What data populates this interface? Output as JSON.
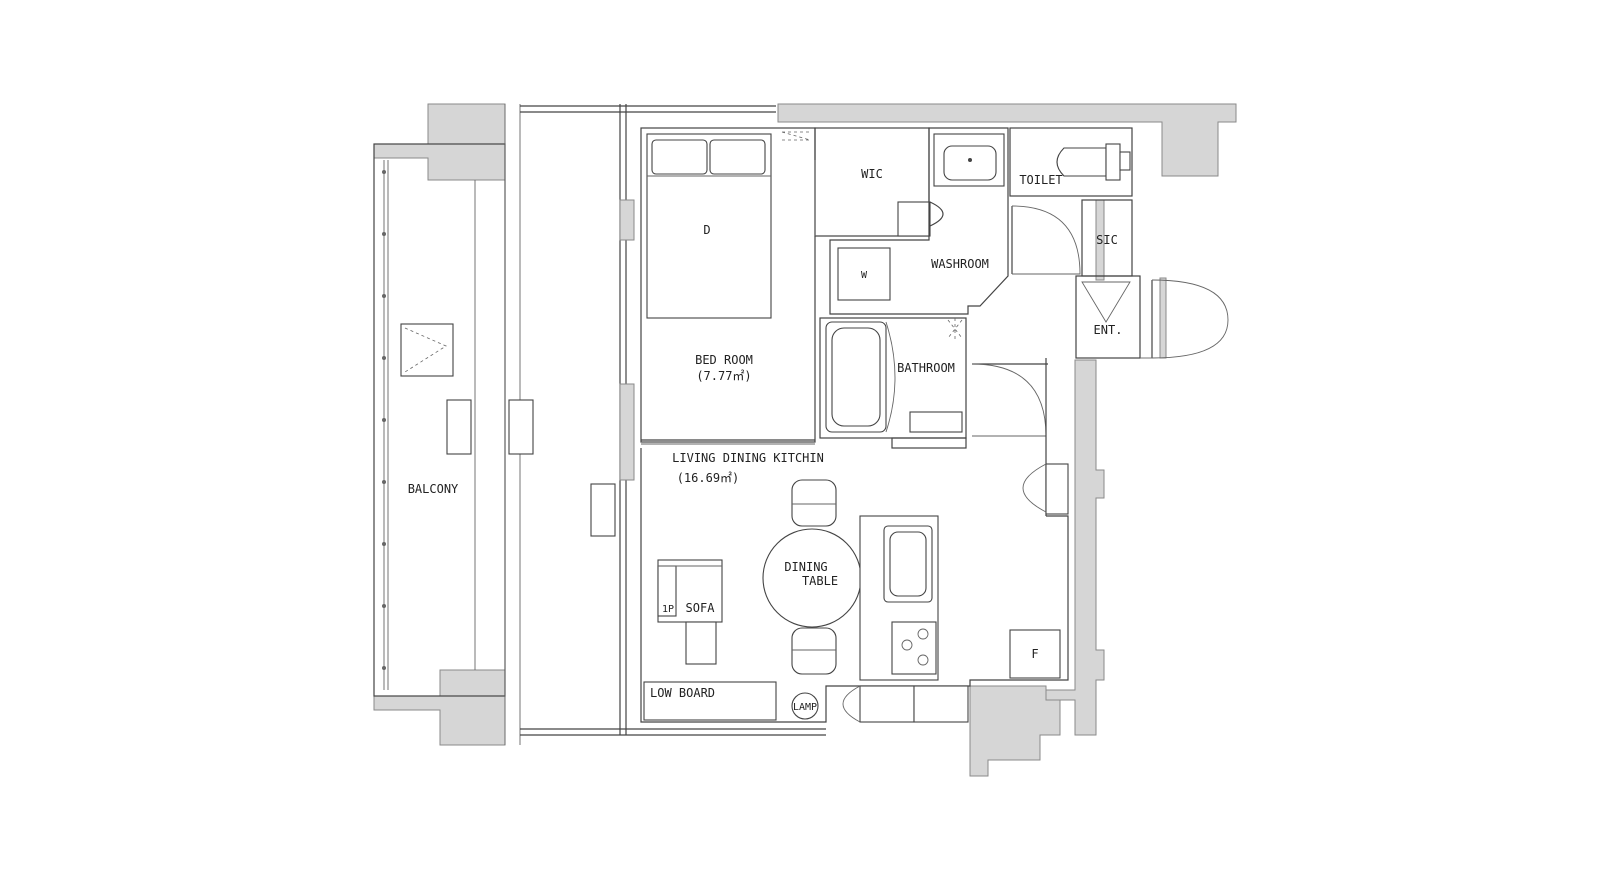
{
  "plan": {
    "rooms": {
      "balcony": "BALCONY",
      "bedroom": "BED ROOM",
      "bedroom_area": "(7.77㎡)",
      "bed": "D",
      "wic": "WIC",
      "washroom": "WASHROOM",
      "washer": "W",
      "bathroom": "BATHROOM",
      "toilet": "TOILET",
      "sic": "SIC",
      "entrance": "ENT.",
      "ldk": "LIVING DINING KITCHIN",
      "ldk_area": "(16.69㎡)",
      "dining_line1": "DINING",
      "dining_line2": "TABLE",
      "sofa_seat": "1P",
      "sofa": "SOFA",
      "low_board": "LOW BOARD",
      "lamp": "LAMP",
      "fridge": "F"
    },
    "colors": {
      "wall_fill": "#d6d6d6",
      "line": "#444444",
      "background": "#ffffff"
    }
  }
}
